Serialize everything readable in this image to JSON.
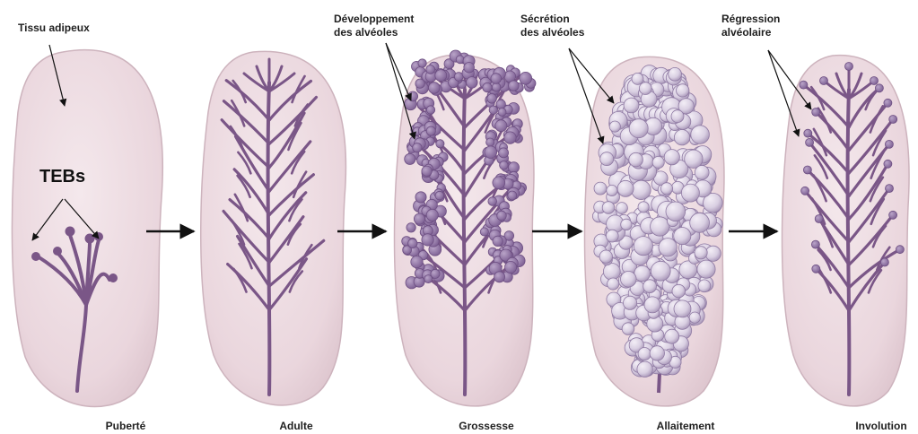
{
  "labels": {
    "adipose": "Tissu adipeux",
    "tebs": "TEBs",
    "alveolar_development": [
      "Développement",
      "des alvéoles"
    ],
    "alveolar_secretion": [
      "Sécrétion",
      "des alvéoles"
    ],
    "alveolar_regression": [
      "Régression",
      "alvéolaire"
    ]
  },
  "stages": [
    "Puberté",
    "Adulte",
    "Grossesse",
    "Allaitement",
    "Involution"
  ],
  "colors": {
    "gland": "#eedce2",
    "gland_edge": "#cdb3bd",
    "duct": "#7a5687",
    "alveolus": "#8e72a2",
    "lactating_alveolus": "#ddd4e4",
    "arrow": "#111111"
  }
}
